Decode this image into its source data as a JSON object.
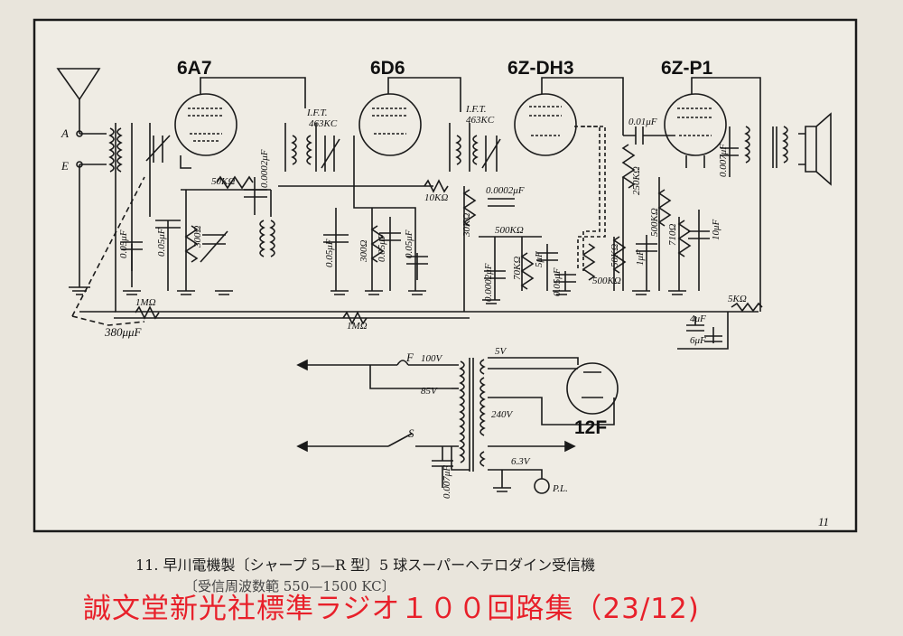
{
  "tubes": {
    "t1": "6A7",
    "t2": "6D6",
    "t3": "6Z-DH3",
    "t4": "6Z-P1",
    "rect": "12F"
  },
  "ift": {
    "ift1_a": "I.F.T.",
    "ift1_b": "463KC",
    "ift2_a": "I.F.T.",
    "ift2_b": "463KC"
  },
  "antenna": {
    "a": "A",
    "e": "E"
  },
  "parts": {
    "c005_1": "0.05μF",
    "c005_2": "0.05μF",
    "r300_1": "300Ω",
    "r50k": "50KΩ",
    "c0002_1": "0.0002μF",
    "c005_3": "0.05μF",
    "r300_2": "300Ω",
    "c005_4": "0.05μF",
    "c005_5": "0.05μF",
    "r10k": "10KΩ",
    "c00002": "0.0002μF",
    "r30k": "30KΩ",
    "r500k_1": "500KΩ",
    "c00002_b": "0.0002μF",
    "r70k": "70KΩ",
    "c5": "5μF",
    "c005_6": "0.05μF",
    "r500k_pot": "500KΩ",
    "r50k_2": "50KΩ",
    "c001": "0.01μF",
    "r250k": "250KΩ",
    "r500k_2": "500KΩ",
    "c1": "1μF",
    "r710": "710Ω",
    "c10": "10μF",
    "c0007": "0.007μF",
    "r5k": "5KΩ",
    "c4": "4μF",
    "c6": "6μF",
    "r1m_1": "1MΩ",
    "r1m_2": "1MΩ",
    "c380": "380μμF"
  },
  "power": {
    "fuse": "F",
    "switch": "S",
    "v100": "100V",
    "v85": "85V",
    "v5": "5V",
    "v240": "240V",
    "v63": "6.3V",
    "pl": "P.L.",
    "c0007b": "0.007μF"
  },
  "page_number": "11",
  "caption": {
    "line1": "11.  早川電機製〔シャープ 5—R 型〕5 球スーパーヘテロダイン受信機",
    "line2": "〔受信周波数範 550—1500 KC〕"
  },
  "overlay_title": "誠文堂新光社標準ラジオ１００回路集（23/12)"
}
